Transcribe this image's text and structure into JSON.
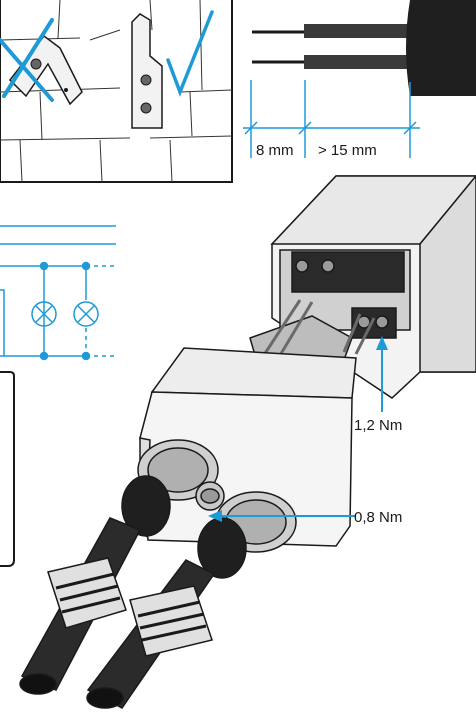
{
  "colors": {
    "accent": "#1e9ad6",
    "line": "#1a1a1a",
    "cable": "#2b2b2b",
    "housing": "#e6e6e6"
  },
  "dimensions": {
    "strip_length": "8 mm",
    "sheath_length": "> 15 mm"
  },
  "torques": {
    "terminal_screws": "1,2 Nm",
    "housing_screw": "0,8 Nm"
  },
  "icons": {
    "wrong_mark": "cross-mark-icon",
    "right_mark": "check-mark-icon",
    "lamp_symbol": "lamp-symbol-icon"
  }
}
